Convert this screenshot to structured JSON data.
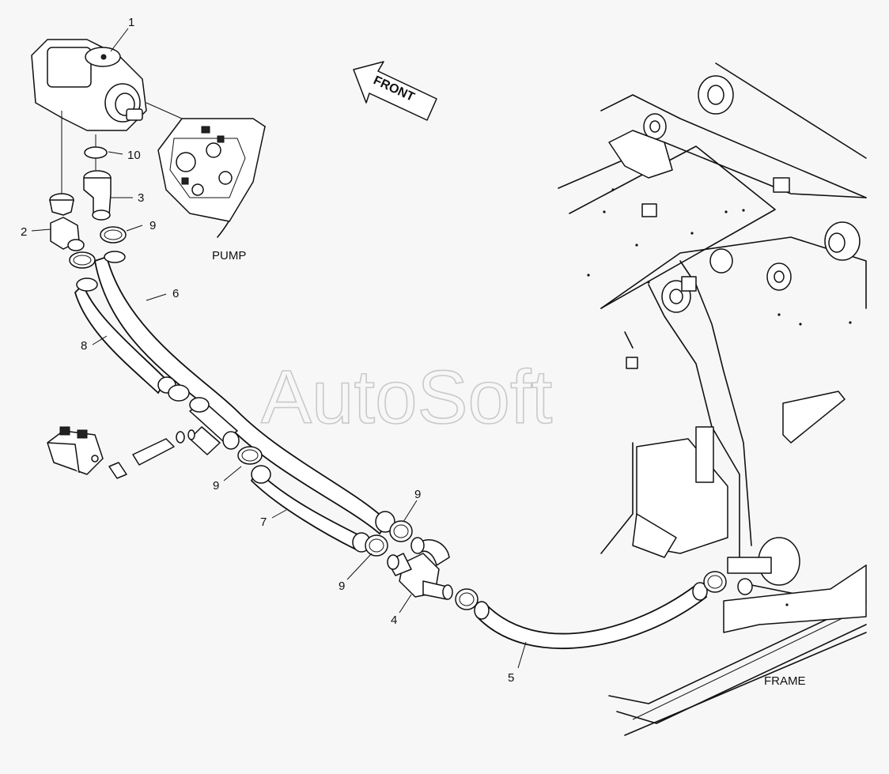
{
  "diagram": {
    "callouts": {
      "p1": "1",
      "p2": "2",
      "p3": "3",
      "p4": "4",
      "p5": "5",
      "p6": "6",
      "p7": "7",
      "p8": "8",
      "p9a": "9",
      "p9b": "9",
      "p9c": "9",
      "p9d": "9",
      "p10": "10"
    },
    "labels": {
      "pump": "PUMP",
      "frame": "FRAME",
      "front": "FRONT"
    },
    "watermark": "AutoSoft"
  }
}
